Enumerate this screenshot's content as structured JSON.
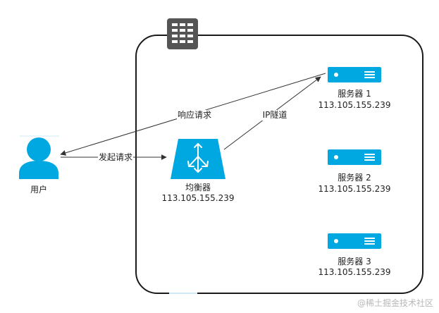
{
  "colors": {
    "accent": "#00a8e1",
    "frame": "#1a1a1a",
    "building": "#555555",
    "line": "#333333"
  },
  "nodes": {
    "user": {
      "label": "用户",
      "icon": "user-icon"
    },
    "balancer": {
      "label": "均衡器",
      "ip": "113.105.155.239",
      "icon": "load-balancer-icon"
    },
    "servers": [
      {
        "label": "服务器 1",
        "ip": "113.105.155.239",
        "icon": "server-icon"
      },
      {
        "label": "服务器 2",
        "ip": "113.105.155.239",
        "icon": "server-icon"
      },
      {
        "label": "服务器 3",
        "ip": "113.105.155.239",
        "icon": "server-icon"
      }
    ],
    "datacenter": {
      "icon": "building-icon"
    }
  },
  "edges": {
    "request": "发起请求",
    "forward": "IP隧道",
    "response": "响应请求"
  },
  "watermark": "@稀土掘金技术社区"
}
